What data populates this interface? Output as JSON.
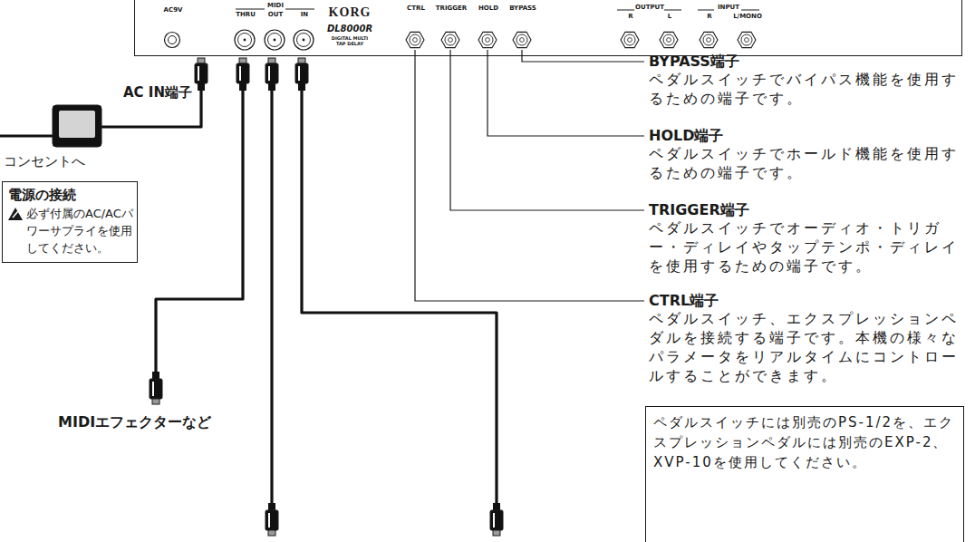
{
  "diagram": {
    "nodes": [
      {
        "text": [
          "AC9V",
          "MIDI",
          "THRU",
          "OUT",
          "IN",
          "KORG",
          "DL8000R",
          "DIGITAL MULTI TAP DELAY",
          "CTRL",
          "TRIGGER",
          "HOLD",
          "BYPASS",
          "OUTPUT",
          "R",
          "L",
          "INPUT",
          "R",
          "L/MONO"
        ]
      },
      {
        "text": [
          "電源の接続",
          "必ず付属のAC/ACパワーサプライを使用してください。"
        ]
      },
      {
        "text": [
          "ペダルスイッチには別売のPS-1/2を、エクスプレッションペダルには別売のEXP-2、XVP-10を使用してください。"
        ]
      }
    ],
    "labels": [
      "AC IN端子",
      "コンセントへ",
      "MIDIエフェクターなど",
      "BYPASS端子",
      "ペダルスイッチでバイパス機能を使用するための端子です。",
      "HOLD端子",
      "ペダルスイッチでホールド機能を使用するための端子です。",
      "TRIGGER端子",
      "ペダルスイッチでオーディオ・トリガー・ディレイやタップテンポ・ディレイを使用するための端子です。",
      "CTRL端子",
      "ペダルスイッチ、エクスプレッションペダルを接続する端子です。本機の様々なパラメータをリアルタイムにコントロールすることができます。"
    ]
  }
}
